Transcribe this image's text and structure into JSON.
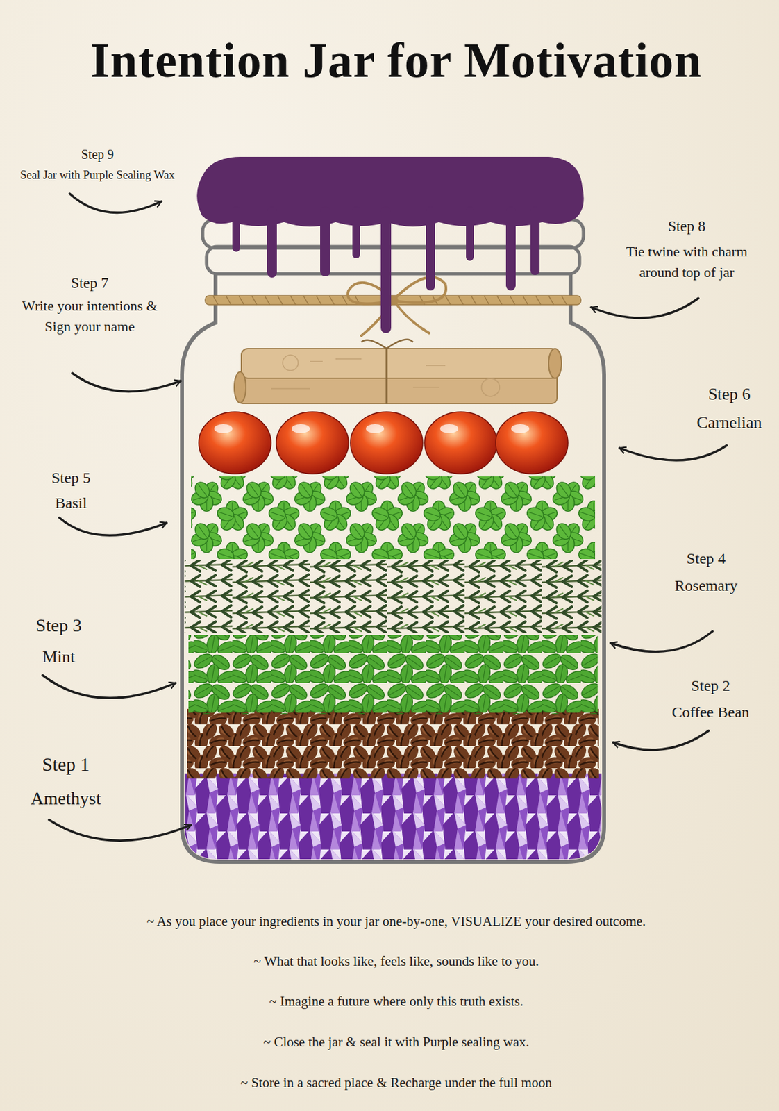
{
  "diagram": {
    "title": "Intention Jar for Motivation",
    "labels": [
      "Step 9",
      "Seal Jar with Purple Sealing Wax",
      "Step 8",
      "Tie twine with charm around top of jar",
      "Step 7",
      "Write your intentions & Sign your name",
      "Step 6",
      "Carnelian",
      "Step 5",
      "Basil",
      "Step 4",
      "Rosemary",
      "Step 3",
      "Mint",
      "Step 2",
      "Coffee Bean",
      "Step 1",
      "Amethyst",
      "~ As you place your ingredients in your jar one-by-one, VISUALIZE your desired outcome.",
      "~ What that looks like, feels like, sounds like to you.",
      "~ Imagine a future where only this truth exists.",
      "~ Close the jar & seal it with Purple sealing wax.",
      "~ Store in a sacred place & Recharge under the full moon"
    ]
  }
}
